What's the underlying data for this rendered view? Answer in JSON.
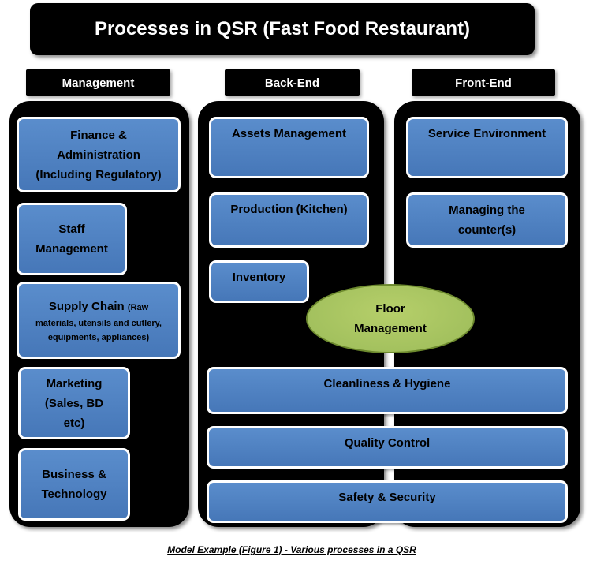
{
  "title": "Processes in QSR (Fast Food Restaurant)",
  "columns": {
    "management": "Management",
    "backend": "Back-End",
    "frontend": "Front-End"
  },
  "management": {
    "finance": [
      "Finance &",
      "Administration",
      "(Including Regulatory)"
    ],
    "staff": [
      "Staff",
      "Management"
    ],
    "supply_chain_main": "Supply Chain",
    "supply_chain_detail_1": "(Raw",
    "supply_chain_detail_2": "materials, utensils and cutlery,",
    "supply_chain_detail_3": "equipments, appliances)",
    "marketing": [
      "Marketing",
      "(Sales, BD",
      "etc)"
    ],
    "business": [
      "Business &",
      "Technology"
    ]
  },
  "backend": {
    "assets": "Assets Management",
    "production": "Production (Kitchen)",
    "inventory": "Inventory"
  },
  "frontend": {
    "service": "Service Environment",
    "counter": [
      "Managing the",
      "counter(s)"
    ]
  },
  "floor": [
    "Floor",
    "Management"
  ],
  "shared": {
    "cleanliness": "Cleanliness & Hygiene",
    "quality": "Quality Control",
    "safety": "Safety & Security"
  },
  "caption": "Model Example (Figure 1) - Various processes in a QSR"
}
